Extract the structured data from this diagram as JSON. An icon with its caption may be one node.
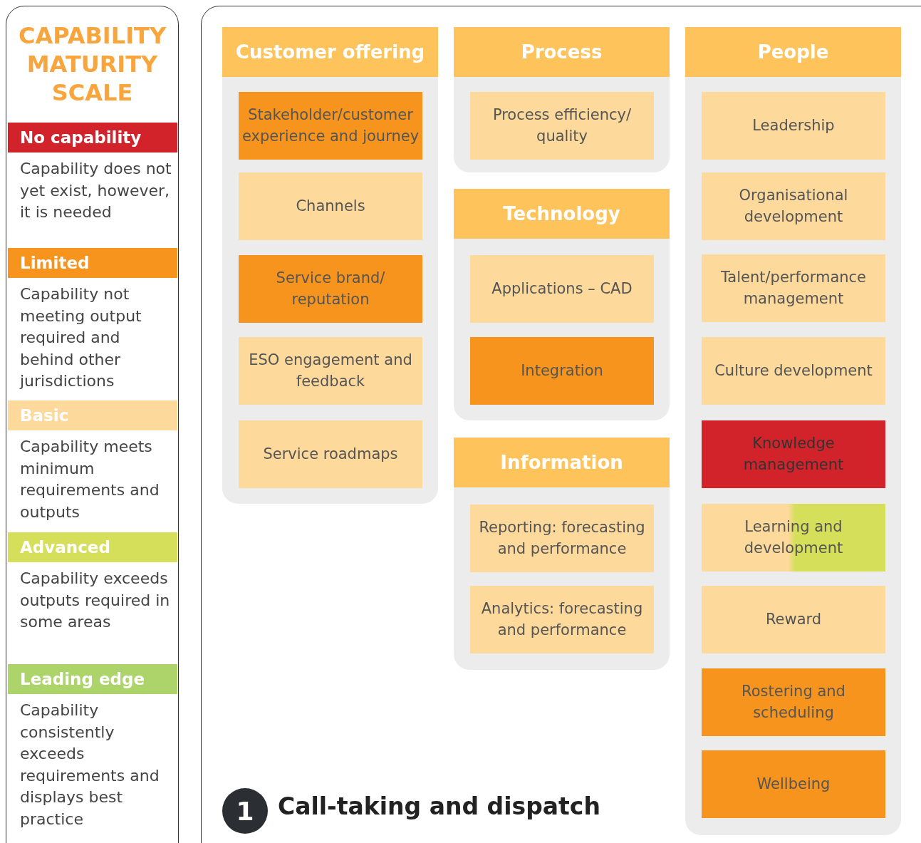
{
  "diagram": {
    "title": "Call-taking and dispatch",
    "nodes": [
      {
        "text": [
          "Customer offering"
        ]
      },
      {
        "text": [
          "Stakeholder/customer experience and journey"
        ],
        "in": 0
      },
      {
        "text": [
          "Channels"
        ],
        "in": 0
      },
      {
        "text": [
          "Service brand/ reputation"
        ],
        "in": 0
      },
      {
        "text": [
          "ESO engagement and feedback"
        ],
        "in": 0
      },
      {
        "text": [
          "Service roadmaps"
        ],
        "in": 0
      },
      {
        "text": [
          "Process"
        ]
      },
      {
        "text": [
          "Process efficiency/ quality"
        ],
        "in": 6
      },
      {
        "text": [
          "Technology"
        ]
      },
      {
        "text": [
          "Applications – CAD"
        ],
        "in": 8
      },
      {
        "text": [
          "Integration"
        ],
        "in": 8
      },
      {
        "text": [
          "Information"
        ]
      },
      {
        "text": [
          "Reporting: forecasting and performance"
        ],
        "in": 11
      },
      {
        "text": [
          "Analytics: forecasting and performance"
        ],
        "in": 11
      },
      {
        "text": [
          "People"
        ]
      },
      {
        "text": [
          "Leadership"
        ],
        "in": 14
      },
      {
        "text": [
          "Organisational development"
        ],
        "in": 14
      },
      {
        "text": [
          "Talent/performance management"
        ],
        "in": 14
      },
      {
        "text": [
          "Culture development"
        ],
        "in": 14
      },
      {
        "text": [
          "Knowledge management"
        ],
        "in": 14
      },
      {
        "text": [
          "Learning and development"
        ],
        "in": 14
      },
      {
        "text": [
          "Reward"
        ],
        "in": 14
      },
      {
        "text": [
          "Rostering and scheduling"
        ],
        "in": 14
      },
      {
        "text": [
          "Wellbeing"
        ],
        "in": 14
      }
    ],
    "labels": [
      "CAPABILITY MATURITY SCALE",
      "Capability does not yet exist, however, it is needed",
      "Capability not meeting output required and behind other jurisdictions",
      "Capability meets minimum requirements and outputs",
      "Capability exceeds outputs required in some areas",
      "Capability consistently exceeds requirements and displays best practice",
      "1"
    ],
    "legend": [
      {
        "text": "No capability",
        "color": "#d2232a"
      },
      {
        "text": "Limited",
        "color": "#f7941d"
      },
      {
        "text": "Basic",
        "color": "#fdd99b"
      },
      {
        "text": "Advanced",
        "color": "#d5df5a"
      },
      {
        "text": "Leading edge",
        "color": "#acd46a"
      }
    ]
  }
}
